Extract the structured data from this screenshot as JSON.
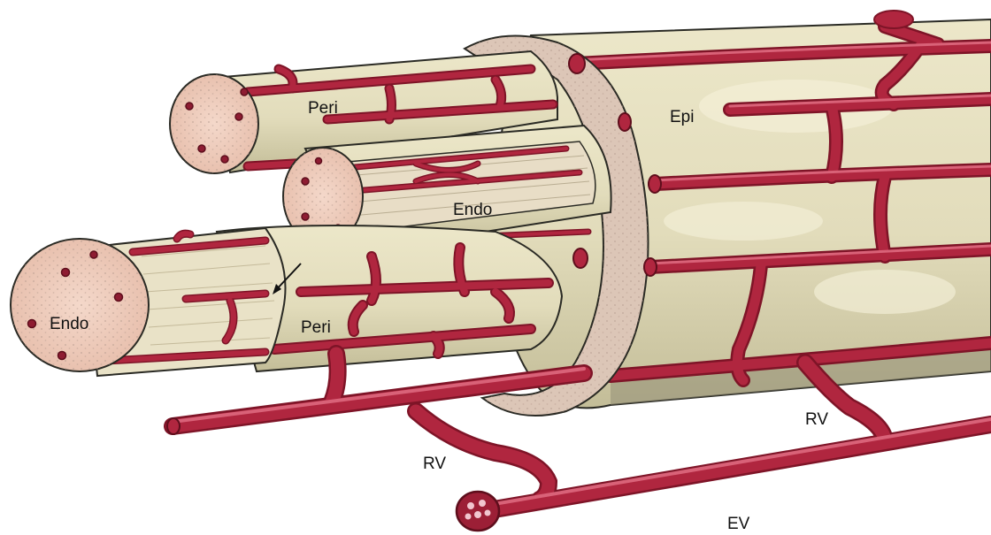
{
  "labels": {
    "peri_top": "Peri",
    "epi": "Epi",
    "endo_middle": "Endo",
    "endo_left": "Endo",
    "peri_lower": "Peri",
    "rv_left": "RV",
    "rv_right": "RV",
    "ev": "EV"
  },
  "colors": {
    "vessel": "#b0263f",
    "vessel_dark": "#7e1427",
    "vessel_light": "#d9546c",
    "fiber": "#e4dfbf",
    "fiber_shade": "#c6c09c",
    "section": "#efcbbb",
    "sheath": "#dcc6b7",
    "outline": "#2a2a24"
  }
}
